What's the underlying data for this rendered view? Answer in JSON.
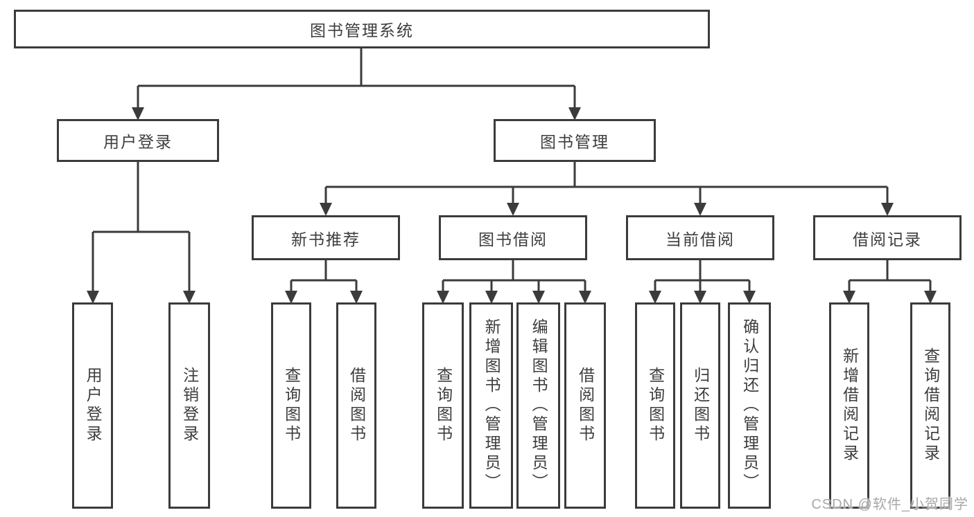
{
  "diagram": {
    "root": {
      "label": "图书管理系统"
    },
    "level2": [
      {
        "label": "用户登录",
        "children": [
          {
            "label": "用户登录"
          },
          {
            "label": "注销登录"
          }
        ]
      },
      {
        "label": "图书管理",
        "children": [
          {
            "label": "新书推荐",
            "children": [
              {
                "label": "查询图书"
              },
              {
                "label": "借阅图书"
              }
            ]
          },
          {
            "label": "图书借阅",
            "children": [
              {
                "label": "查询图书"
              },
              {
                "label": "新增图书（管理员）"
              },
              {
                "label": "编辑图书（管理员）"
              },
              {
                "label": "借阅图书"
              }
            ]
          },
          {
            "label": "当前借阅",
            "children": [
              {
                "label": "查询图书"
              },
              {
                "label": "归还图书"
              },
              {
                "label": "确认归还（管理员）"
              }
            ]
          },
          {
            "label": "借阅记录",
            "children": [
              {
                "label": "新增借阅记录"
              },
              {
                "label": "查询借阅记录"
              }
            ]
          }
        ]
      }
    ]
  },
  "watermark": {
    "text": "CSDN @软件_小贺同学"
  },
  "colors": {
    "line": "#3b3b3b",
    "text": "#3d3d3d",
    "watermark": "#a8a8a8",
    "background": "#ffffff"
  }
}
